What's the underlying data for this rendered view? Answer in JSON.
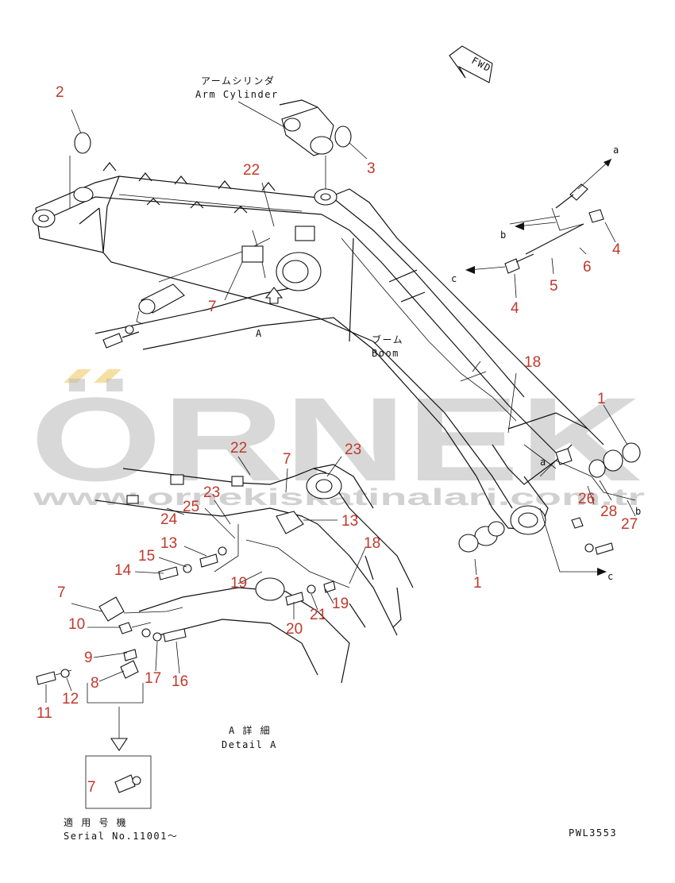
{
  "labels": {
    "arm_cylinder_jp": "アームシリンダ",
    "arm_cylinder_en": "Arm Cylinder",
    "boom_jp": "ブーム",
    "boom_en": "Boom",
    "fwd": "FWD",
    "view_a": "A",
    "detail_jp": "A 詳 細",
    "detail_en": "Detail A",
    "serial_jp": "適 用 号 機",
    "serial_en": "Serial No.11001～",
    "drawing_no": "PWL3553",
    "arrow_a": "a",
    "arrow_b": "b",
    "arrow_c": "c",
    "arrow_a2": "a",
    "arrow_b2": "b",
    "arrow_c2": "c"
  },
  "callouts": {
    "c2": "2",
    "c3": "3",
    "c22": "22",
    "c7": "7",
    "c4a": "4",
    "c6": "6",
    "c5": "5",
    "c4b": "4",
    "c18": "18",
    "c1a": "1",
    "c1b": "1",
    "c26": "26",
    "c28": "28",
    "c27": "27",
    "d22": "22",
    "d7": "7",
    "d23a": "23",
    "d23b": "23",
    "d25": "25",
    "d24": "24",
    "d13a": "13",
    "d13b": "13",
    "d18": "18",
    "d15": "15",
    "d14": "14",
    "d19a": "19",
    "d19b": "19",
    "d21": "21",
    "d20": "20",
    "d7b": "7",
    "d10": "10",
    "d9": "9",
    "d8": "8",
    "d17": "17",
    "d16": "16",
    "d12": "12",
    "d11": "11",
    "d7c": "7"
  },
  "watermark": {
    "brand": "ÖRNEK",
    "url": "www.ornekiskatinalari.com.tr"
  }
}
